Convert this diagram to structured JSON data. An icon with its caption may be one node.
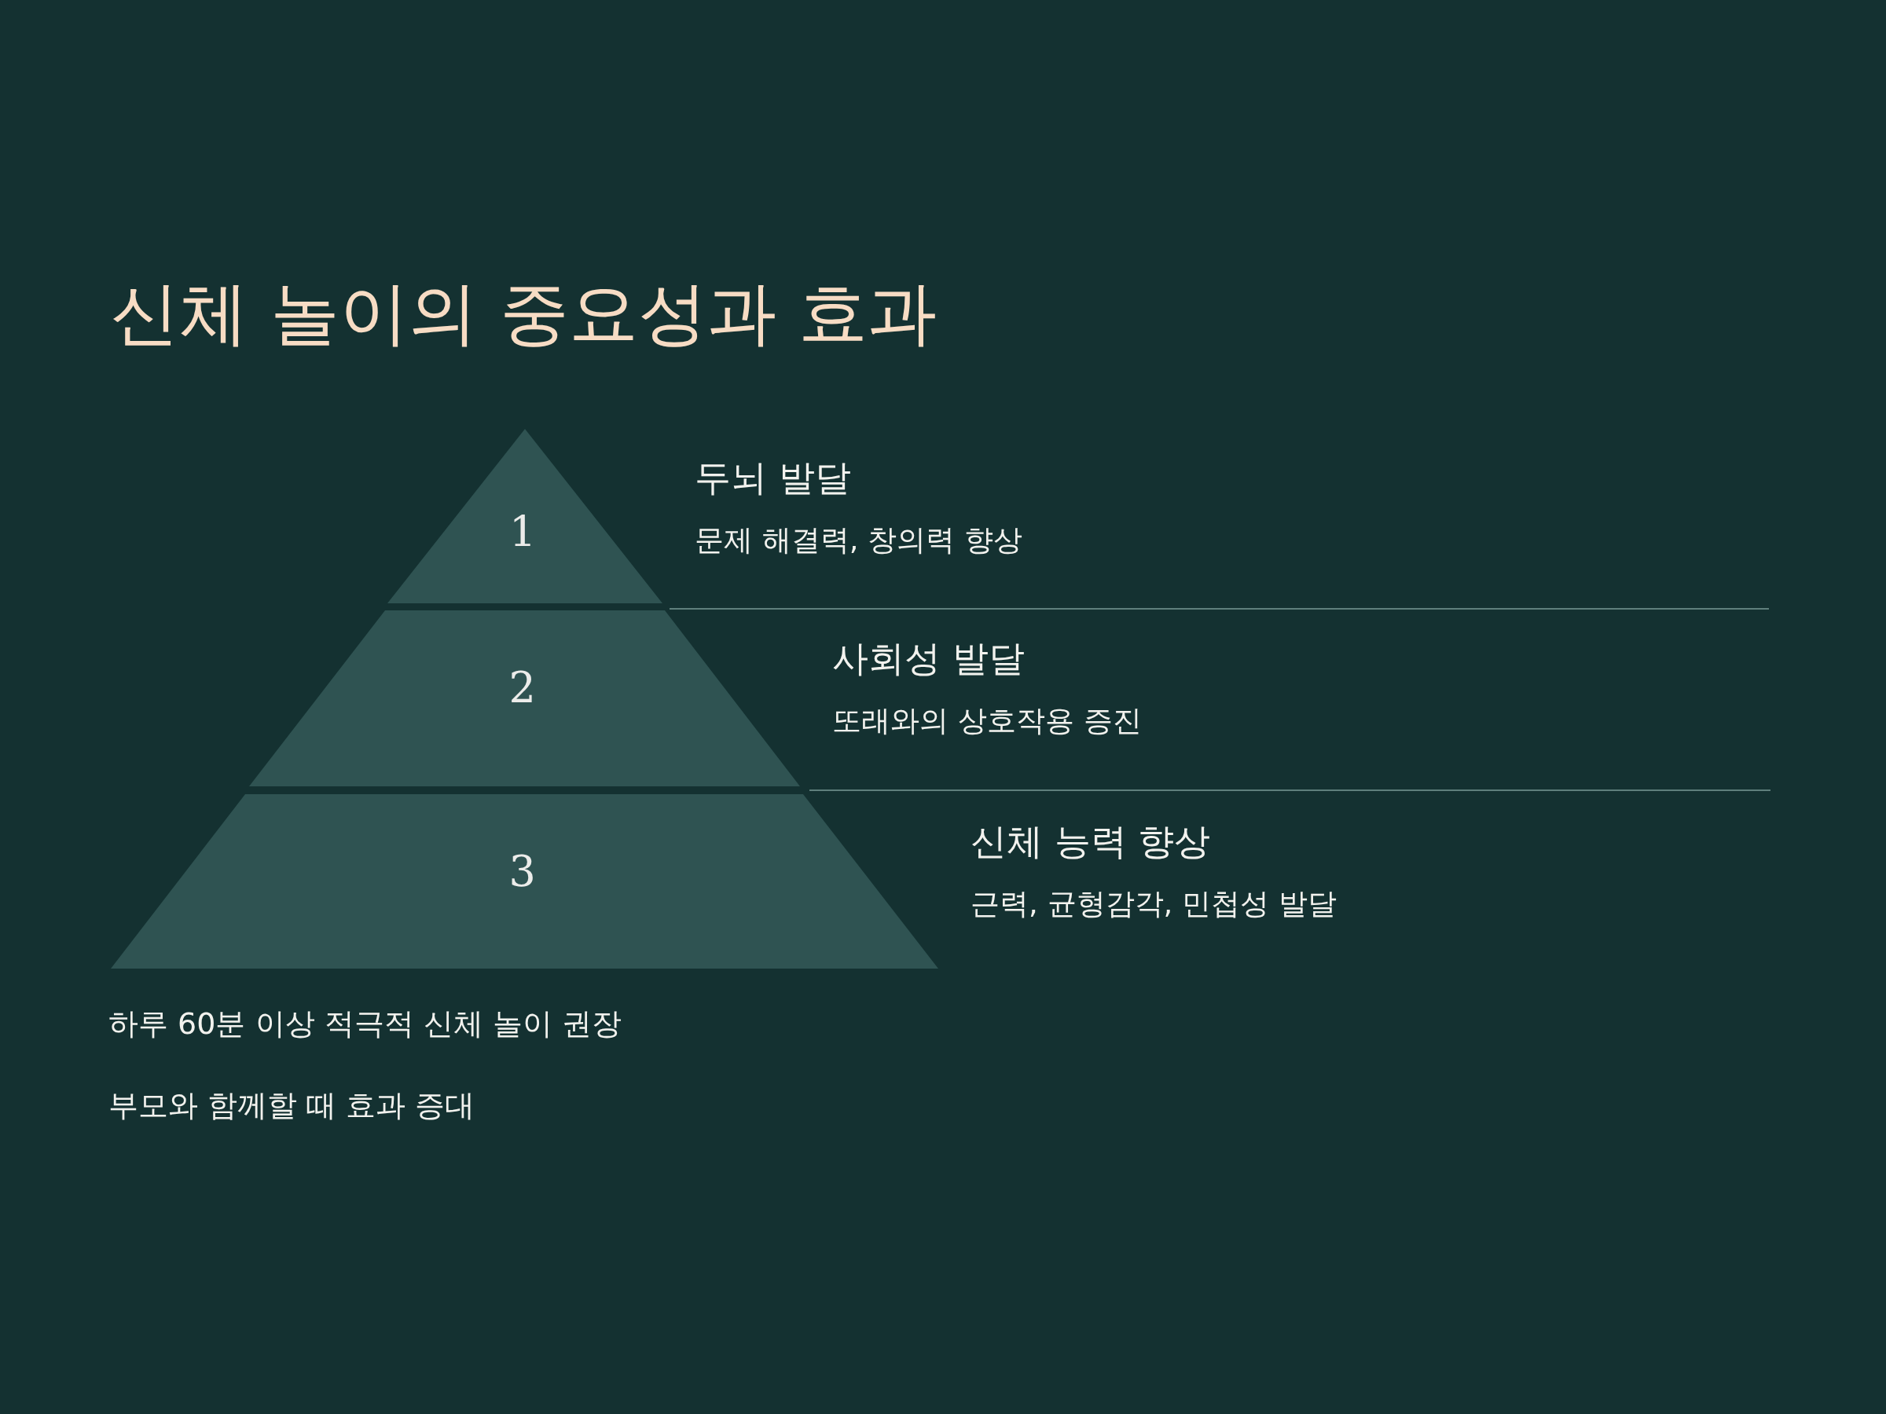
{
  "diagram": {
    "title": "신체 놀이의 중요성과 효과",
    "nodes": [
      {
        "text": [
          "1"
        ],
        "beside": [
          "두뇌 발달",
          "문제 해결력, 창의력 향상"
        ]
      },
      {
        "text": [
          "2"
        ],
        "beside": [
          "사회성 발달",
          "또래와의 상호작용 증진"
        ]
      },
      {
        "text": [
          "3"
        ],
        "beside": [
          "신체 능력 향상",
          "근력, 균형감각, 민첩성 발달"
        ]
      }
    ],
    "labels": [
      "하루 60분 이상 적극적 신체 놀이 권장",
      "부모와 함께할 때 효과 증대"
    ]
  }
}
